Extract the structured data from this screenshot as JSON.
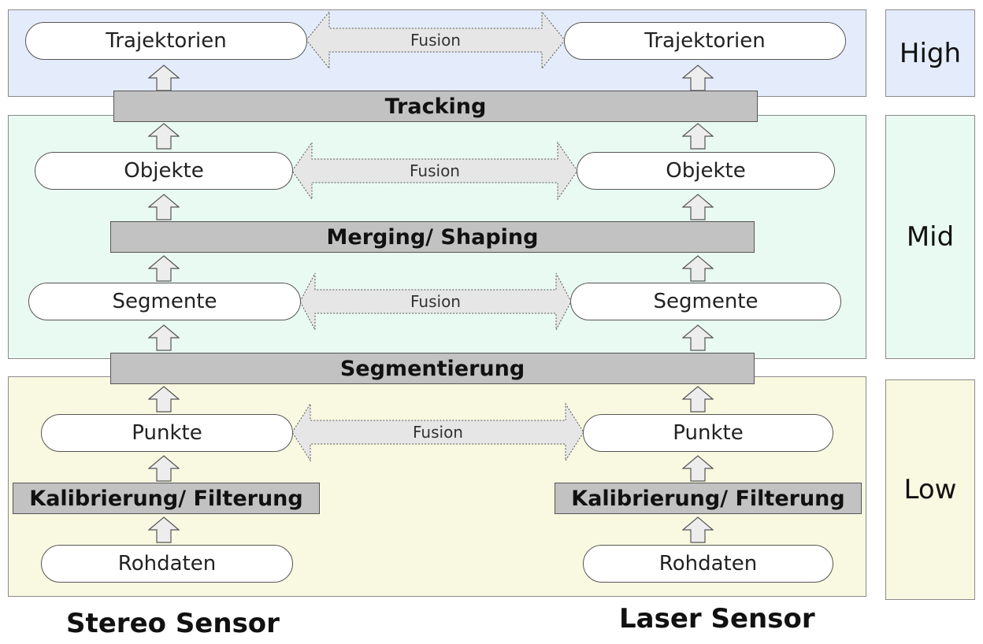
{
  "levels": {
    "high": "High",
    "mid": "Mid",
    "low": "Low"
  },
  "stereo": {
    "trajektorien": "Trajektorien",
    "objekte": "Objekte",
    "segmente": "Segmente",
    "punkte": "Punkte",
    "rohdaten": "Rohdaten",
    "kalibrierung": "Kalibrierung/ Filterung"
  },
  "laser": {
    "trajektorien": "Trajektorien",
    "objekte": "Objekte",
    "segmente": "Segmente",
    "punkte": "Punkte",
    "rohdaten": "Rohdaten",
    "kalibrierung": "Kalibrierung/ Filterung"
  },
  "processing": {
    "tracking": "Tracking",
    "merging": "Merging/ Shaping",
    "segmentierung": "Segmentierung"
  },
  "fusion": {
    "label_high": "Fusion",
    "label_objects": "Fusion",
    "label_segments": "Fusion",
    "label_points": "Fusion"
  },
  "sensors": {
    "stereo": "Stereo Sensor",
    "laser": "Laser Sensor"
  },
  "colors": {
    "high_band": "#e4ecfb",
    "mid_band": "#e9faf2",
    "low_band": "#f9f9e2",
    "processing_bar": "#c2c2c2",
    "arrow_fill": "#ededed"
  }
}
